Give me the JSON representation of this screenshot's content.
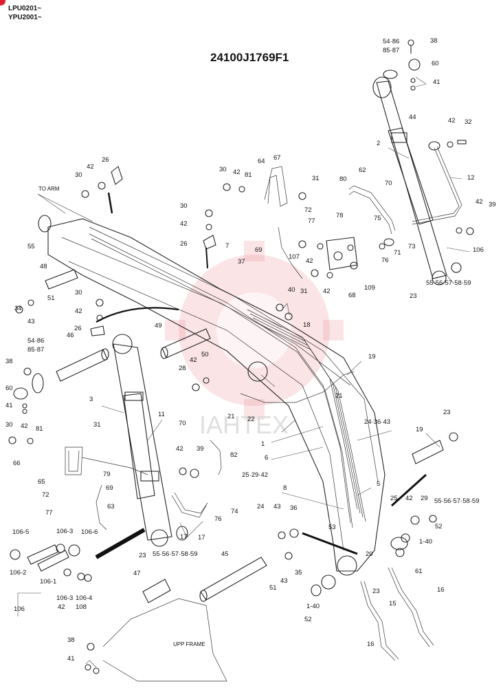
{
  "header": {
    "line1": "LPU0201~",
    "line2": "YPU2001~",
    "title": "24100J1769F1"
  },
  "annotations": {
    "to_arm": "TO ARM",
    "upp_frame": "UPP FRAME"
  },
  "watermark": {
    "text": "IAHTEX",
    "color": "#e9828c"
  },
  "callouts": [
    {
      "id": "c1",
      "text": "54·86"
    },
    {
      "id": "c2",
      "text": "85·87"
    },
    {
      "id": "c3",
      "text": "38"
    },
    {
      "id": "c4",
      "text": "60"
    },
    {
      "id": "c5",
      "text": "41"
    },
    {
      "id": "c6",
      "text": "44"
    },
    {
      "id": "c7",
      "text": "42"
    },
    {
      "id": "c8",
      "text": "32"
    },
    {
      "id": "c9",
      "text": "2"
    },
    {
      "id": "c10",
      "text": "12"
    },
    {
      "id": "c11",
      "text": "42"
    },
    {
      "id": "c12",
      "text": "39"
    },
    {
      "id": "c13",
      "text": "106"
    },
    {
      "id": "c14",
      "text": "55·56·57·58·59"
    },
    {
      "id": "c15",
      "text": "23"
    },
    {
      "id": "c16",
      "text": "26"
    },
    {
      "id": "c17",
      "text": "42"
    },
    {
      "id": "c18",
      "text": "30"
    },
    {
      "id": "c19",
      "text": "30"
    },
    {
      "id": "c20",
      "text": "42"
    },
    {
      "id": "c21",
      "text": "81"
    },
    {
      "id": "c22",
      "text": "64"
    },
    {
      "id": "c23",
      "text": "67"
    },
    {
      "id": "c24",
      "text": "31"
    },
    {
      "id": "c25",
      "text": "80"
    },
    {
      "id": "c26",
      "text": "62"
    },
    {
      "id": "c27",
      "text": "70"
    },
    {
      "id": "c28",
      "text": "30"
    },
    {
      "id": "c29",
      "text": "42"
    },
    {
      "id": "c30",
      "text": "26"
    },
    {
      "id": "c31",
      "text": "72"
    },
    {
      "id": "c32",
      "text": "77"
    },
    {
      "id": "c33",
      "text": "78"
    },
    {
      "id": "c34",
      "text": "75"
    },
    {
      "id": "c35",
      "text": "71"
    },
    {
      "id": "c36",
      "text": "73"
    },
    {
      "id": "c37",
      "text": "76"
    },
    {
      "id": "c38",
      "text": "69"
    },
    {
      "id": "c39",
      "text": "107"
    },
    {
      "id": "c40",
      "text": "42"
    },
    {
      "id": "c41",
      "text": "31"
    },
    {
      "id": "c42",
      "text": "42"
    },
    {
      "id": "c43",
      "text": "68"
    },
    {
      "id": "c44",
      "text": "109"
    },
    {
      "id": "c45",
      "text": "55"
    },
    {
      "id": "c46",
      "text": "48"
    },
    {
      "id": "c47",
      "text": "34"
    },
    {
      "id": "c48",
      "text": "43"
    },
    {
      "id": "c49",
      "text": "51"
    },
    {
      "id": "c50",
      "text": "30"
    },
    {
      "id": "c51",
      "text": "42"
    },
    {
      "id": "c52",
      "text": "26"
    },
    {
      "id": "c53",
      "text": "7"
    },
    {
      "id": "c54",
      "text": "37"
    },
    {
      "id": "c55",
      "text": "40"
    },
    {
      "id": "c56",
      "text": "18"
    },
    {
      "id": "c57",
      "text": "49"
    },
    {
      "id": "c58",
      "text": "46"
    },
    {
      "id": "c59",
      "text": "54·86"
    },
    {
      "id": "c60",
      "text": "85·87"
    },
    {
      "id": "c61",
      "text": "38"
    },
    {
      "id": "c62",
      "text": "60"
    },
    {
      "id": "c63",
      "text": "41"
    },
    {
      "id": "c64",
      "text": "42"
    },
    {
      "id": "c65",
      "text": "50"
    },
    {
      "id": "c66",
      "text": "28"
    },
    {
      "id": "c67",
      "text": "19"
    },
    {
      "id": "c68",
      "text": "21"
    },
    {
      "id": "c69",
      "text": "21"
    },
    {
      "id": "c70",
      "text": "22"
    },
    {
      "id": "c71",
      "text": "3"
    },
    {
      "id": "c72",
      "text": "11"
    },
    {
      "id": "c73",
      "text": "31"
    },
    {
      "id": "c74",
      "text": "30"
    },
    {
      "id": "c75",
      "text": "42"
    },
    {
      "id": "c76",
      "text": "81"
    },
    {
      "id": "c77",
      "text": "66"
    },
    {
      "id": "c78",
      "text": "65"
    },
    {
      "id": "c79",
      "text": "79"
    },
    {
      "id": "c80",
      "text": "72"
    },
    {
      "id": "c81",
      "text": "69"
    },
    {
      "id": "c82",
      "text": "63"
    },
    {
      "id": "c83",
      "text": "77"
    },
    {
      "id": "c84",
      "text": "70"
    },
    {
      "id": "c85",
      "text": "82"
    },
    {
      "id": "c86",
      "text": "42"
    },
    {
      "id": "c87",
      "text": "39"
    },
    {
      "id": "c88",
      "text": "74"
    },
    {
      "id": "c89",
      "text": "76"
    },
    {
      "id": "c90",
      "text": "17"
    },
    {
      "id": "c91",
      "text": "23"
    },
    {
      "id": "c92",
      "text": "55·56·57·58·59"
    },
    {
      "id": "c93",
      "text": "1"
    },
    {
      "id": "c94",
      "text": "6"
    },
    {
      "id": "c95",
      "text": "24·36·43"
    },
    {
      "id": "c96",
      "text": "25·29·42"
    },
    {
      "id": "c97",
      "text": "8"
    },
    {
      "id": "c98",
      "text": "5"
    },
    {
      "id": "c99",
      "text": "23"
    },
    {
      "id": "c100",
      "text": "19"
    },
    {
      "id": "c101",
      "text": "25"
    },
    {
      "id": "c102",
      "text": "42"
    },
    {
      "id": "c103",
      "text": "29"
    },
    {
      "id": "c104",
      "text": "55·56·57·58·59"
    },
    {
      "id": "c105",
      "text": "52"
    },
    {
      "id": "c106",
      "text": "1-40"
    },
    {
      "id": "c107",
      "text": "24"
    },
    {
      "id": "c108",
      "text": "43"
    },
    {
      "id": "c109",
      "text": "36"
    },
    {
      "id": "c110",
      "text": "53"
    },
    {
      "id": "c111",
      "text": "20"
    },
    {
      "id": "c112",
      "text": "61"
    },
    {
      "id": "c113",
      "text": "45"
    },
    {
      "id": "c114",
      "text": "51"
    },
    {
      "id": "c115",
      "text": "43"
    },
    {
      "id": "c116",
      "text": "35"
    },
    {
      "id": "c117",
      "text": "47"
    },
    {
      "id": "c118",
      "text": "23"
    },
    {
      "id": "c119",
      "text": "1-40"
    },
    {
      "id": "c120",
      "text": "52"
    },
    {
      "id": "c121",
      "text": "16"
    },
    {
      "id": "c122",
      "text": "15"
    },
    {
      "id": "c123",
      "text": "16"
    },
    {
      "id": "c124",
      "text": "106-5"
    },
    {
      "id": "c125",
      "text": "106-3"
    },
    {
      "id": "c126",
      "text": "106-6"
    },
    {
      "id": "c127",
      "text": "106-2"
    },
    {
      "id": "c128",
      "text": "106-1"
    },
    {
      "id": "c129",
      "text": "106-3"
    },
    {
      "id": "c130",
      "text": "106-4"
    },
    {
      "id": "c131",
      "text": "42"
    },
    {
      "id": "c132",
      "text": "108"
    },
    {
      "id": "c133",
      "text": "106"
    },
    {
      "id": "c134",
      "text": "38"
    },
    {
      "id": "c135",
      "text": "41"
    },
    {
      "id": "c136",
      "text": "17"
    }
  ]
}
